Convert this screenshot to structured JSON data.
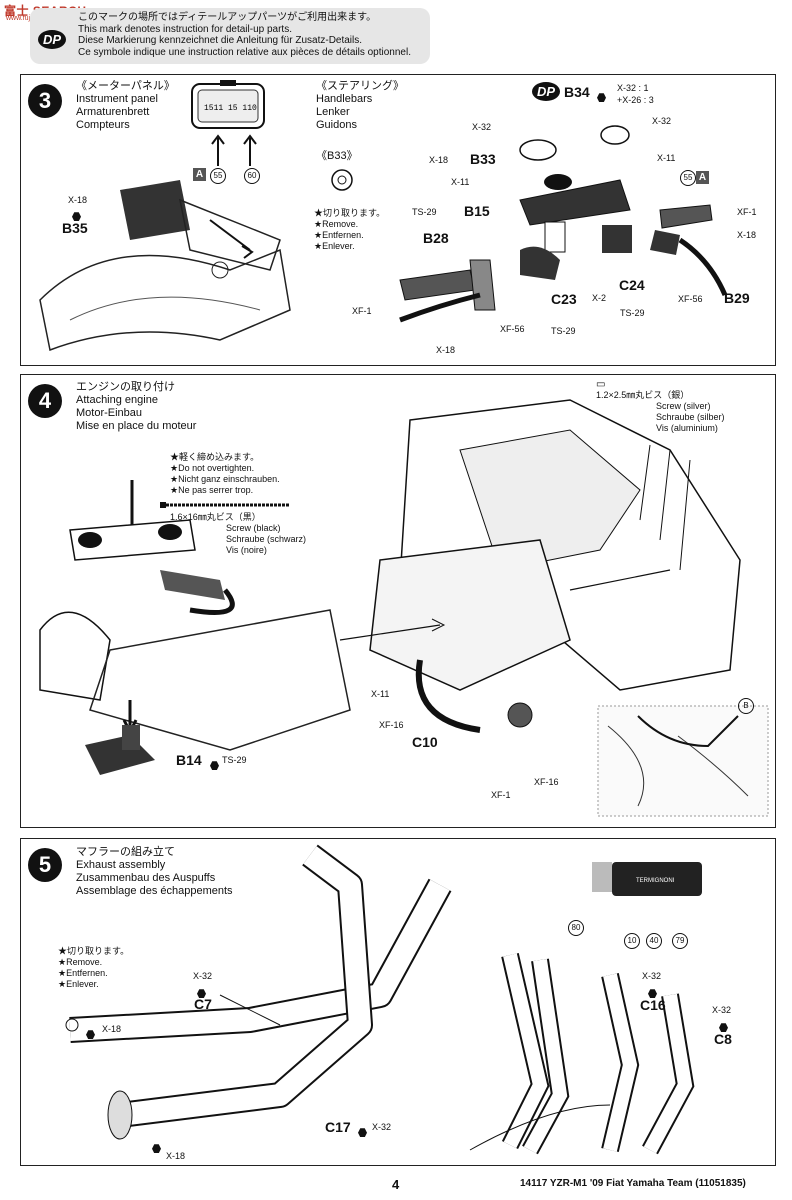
{
  "header": {
    "watermark": "富士 SEARCH",
    "watermark_sub": "www.fujixx.com",
    "dp_badge": "DP",
    "dp_lines": [
      "このマークの場所ではディテールアップパーツがご利用出来ます。",
      "This mark denotes instruction for detail-up parts.",
      "Diese Markierung kennzeichnet die Anleitung für Zusatz-Details.",
      "Ce symbole indique une instruction relative aux pièces de détails optionnel."
    ]
  },
  "step3": {
    "number": "3",
    "left_title": [
      "《メーターパネル》",
      "Instrument panel",
      "Armaturenbrett",
      "Compteurs"
    ],
    "right_title": [
      "《ステアリング》",
      "Handlebars",
      "Lenker",
      "Guidons"
    ],
    "b33_title": "《B33》",
    "b33_notes": [
      "★切り取ります。",
      "★Remove.",
      "★Entfernen.",
      "★Enlever."
    ],
    "parts": {
      "b35": "B35",
      "b34": "B34",
      "b33": "B33",
      "b15": "B15",
      "b28": "B28",
      "c23": "C23",
      "c24": "C24",
      "b29": "B29"
    },
    "screws": {
      "x18": "X-18",
      "x32": "X-32",
      "x11": "X-11",
      "ts29": "TS-29",
      "xf1": "XF-1",
      "xf56": "XF-56",
      "x2": "X-2",
      "x32_ratio": "X-32 : 1",
      "x26_ratio": "+X-26 : 3"
    },
    "letter_a": "A",
    "circled": [
      "55",
      "60"
    ],
    "dp": "DP"
  },
  "step4": {
    "number": "4",
    "title": [
      "エンジンの取り付け",
      "Attaching engine",
      "Motor-Einbau",
      "Mise en place du moteur"
    ],
    "warn": [
      "★軽く締め込みます。",
      "★Do not overtighten.",
      "★Nicht ganz einschrauben.",
      "★Ne pas serrer trop."
    ],
    "screw_black": [
      "1.6×16㎜丸ビス（黒）",
      "Screw (black)",
      "Schraube (schwarz)",
      "Vis (noire)"
    ],
    "screw_silver": [
      "1.2×2.5㎜丸ビス（銀）",
      "Screw (silver)",
      "Schraube (silber)",
      "Vis (aluminium)"
    ],
    "parts": {
      "b14": "B14",
      "c10": "C10",
      "b": "B"
    },
    "screws": {
      "ts29": "TS-29",
      "x11": "X-11",
      "xf16": "XF-16",
      "xf1": "XF-1"
    }
  },
  "step5": {
    "number": "5",
    "title": [
      "マフラーの組み立て",
      "Exhaust assembly",
      "Zusammenbau des Auspuffs",
      "Assemblage des échappements"
    ],
    "notes": [
      "★切り取ります。",
      "★Remove.",
      "★Entfernen.",
      "★Enlever."
    ],
    "parts": {
      "c7": "C7",
      "c16": "C16",
      "c8": "C8",
      "c17": "C17"
    },
    "screws": {
      "x32": "X-32",
      "x18": "X-18"
    },
    "decals": [
      "80",
      "10",
      "40",
      "79"
    ],
    "brand": "TERMIGNONI"
  },
  "footer": {
    "page": "4",
    "title": "14117 YZR-M1 '09 Fiat Yamaha Team (11051835)"
  }
}
